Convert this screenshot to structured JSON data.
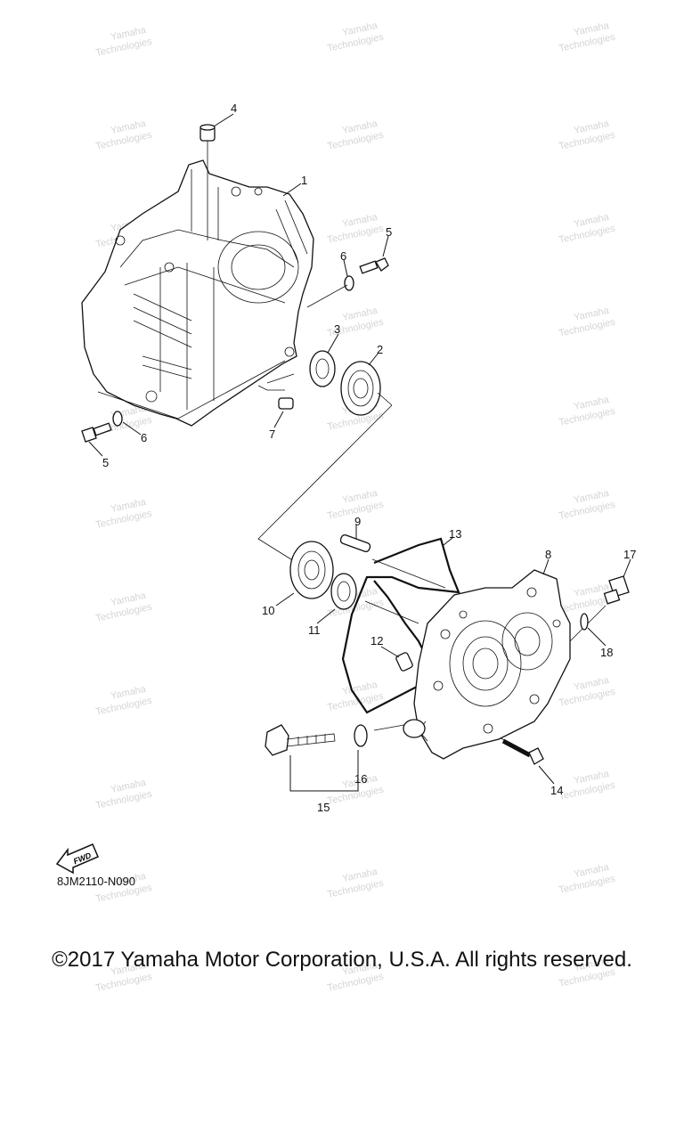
{
  "diagram": {
    "callouts": {
      "c1": "1",
      "c2": "2",
      "c3": "3",
      "c4": "4",
      "c5a": "5",
      "c5b": "5",
      "c6a": "6",
      "c6b": "6",
      "c7": "7",
      "c8": "8",
      "c9": "9",
      "c10": "10",
      "c11": "11",
      "c12": "12",
      "c13": "13",
      "c14": "14",
      "c15": "15",
      "c16": "16",
      "c17": "17",
      "c18": "18"
    },
    "fwd_label": "FWD",
    "diagram_code": "8JM2110-N090"
  },
  "copyright": "©2017 Yamaha Motor Corporation, U.S.A. All rights reserved.",
  "watermark": {
    "line1": "Yamaha",
    "line2": "Technologies"
  }
}
